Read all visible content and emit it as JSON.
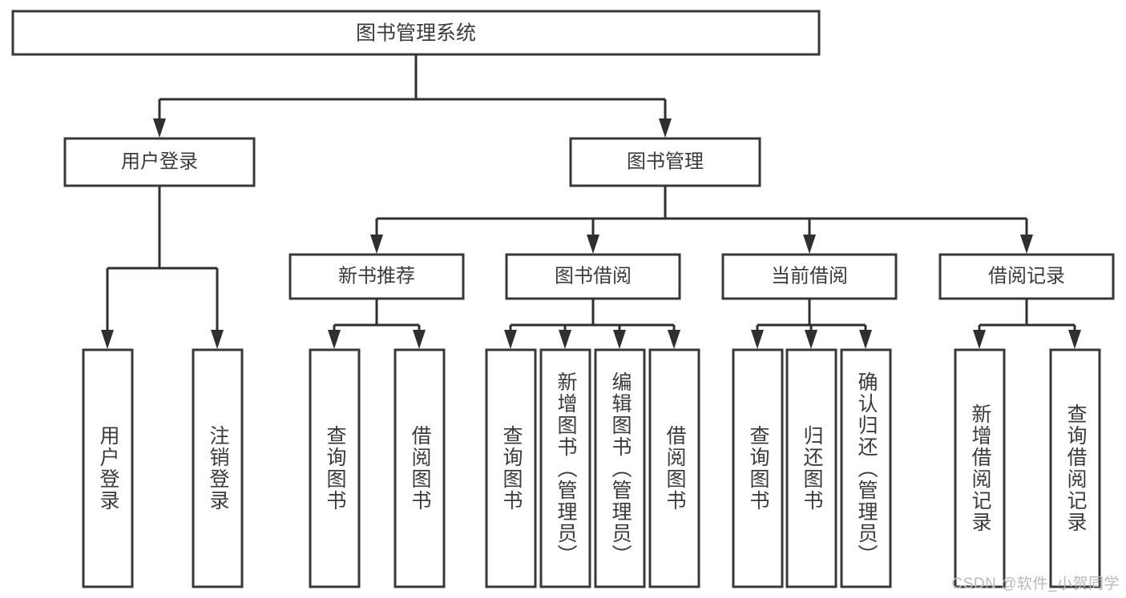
{
  "diagram": {
    "type": "tree",
    "title": "图书管理系统",
    "root": {
      "label": "图书管理系统"
    },
    "level2": [
      {
        "id": "user-login",
        "label": "用户登录"
      },
      {
        "id": "book-management",
        "label": "图书管理"
      }
    ],
    "level3": [
      {
        "id": "new-book-recommend",
        "label": "新书推荐",
        "parent": "book-management"
      },
      {
        "id": "book-borrow",
        "label": "图书借阅",
        "parent": "book-management"
      },
      {
        "id": "current-borrow",
        "label": "当前借阅",
        "parent": "book-management"
      },
      {
        "id": "borrow-record",
        "label": "借阅记录",
        "parent": "book-management"
      }
    ],
    "leaves": [
      {
        "id": "leaf-user-login",
        "label": "用户登录",
        "parent": "user-login"
      },
      {
        "id": "leaf-logout-login",
        "label": "注销登录",
        "parent": "user-login"
      },
      {
        "id": "leaf-query-book-1",
        "label": "查询图书",
        "parent": "new-book-recommend"
      },
      {
        "id": "leaf-borrow-book-1",
        "label": "借阅图书",
        "parent": "new-book-recommend"
      },
      {
        "id": "leaf-query-book-2",
        "label": "查询图书",
        "parent": "book-borrow"
      },
      {
        "id": "leaf-add-book",
        "label": "新增图书（管理员）",
        "parent": "book-borrow"
      },
      {
        "id": "leaf-edit-book",
        "label": "编辑图书（管理员）",
        "parent": "book-borrow"
      },
      {
        "id": "leaf-borrow-book-2",
        "label": "借阅图书",
        "parent": "book-borrow"
      },
      {
        "id": "leaf-query-book-3",
        "label": "查询图书",
        "parent": "current-borrow"
      },
      {
        "id": "leaf-return-book",
        "label": "归还图书",
        "parent": "current-borrow"
      },
      {
        "id": "leaf-confirm-return",
        "label": "确认归还（管理员）",
        "parent": "current-borrow"
      },
      {
        "id": "leaf-add-record",
        "label": "新增借阅记录",
        "parent": "borrow-record"
      },
      {
        "id": "leaf-query-record",
        "label": "查询借阅记录",
        "parent": "borrow-record"
      }
    ],
    "watermark": "CSDN @软件_小贺同学",
    "colors": {
      "stroke": "#38383a",
      "box_fill": "#ffffff",
      "text": "#3b3b3d",
      "background": "#ffffff",
      "watermark": "#b9b9bb"
    }
  }
}
